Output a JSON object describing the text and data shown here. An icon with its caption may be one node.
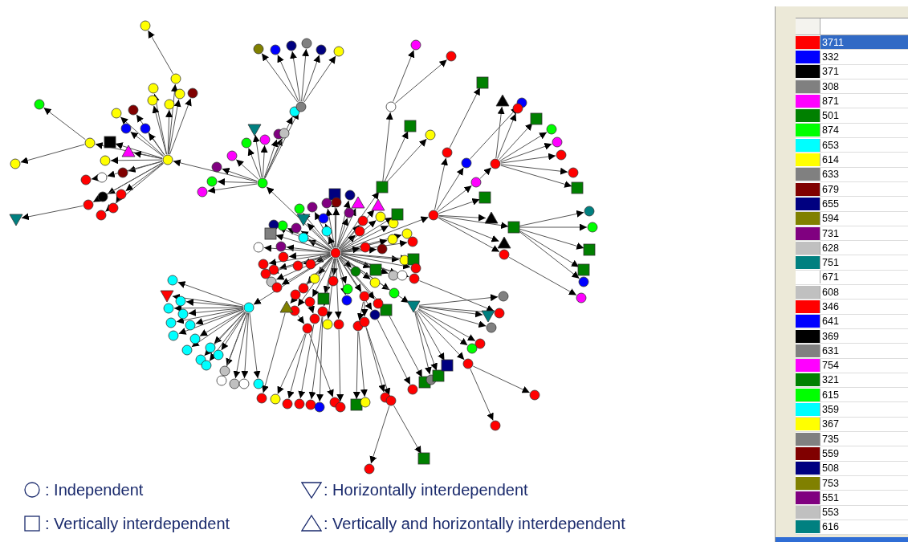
{
  "diagram": {
    "nodes": [
      {
        "text": [],
        "shape": "circle"
      },
      {
        "text": [],
        "shape": "circle"
      },
      {
        "text": [],
        "shape": "circle"
      },
      {
        "text": [],
        "shape": "circle"
      },
      {
        "text": [],
        "shape": "circle"
      },
      {
        "text": [],
        "shape": "circle"
      },
      {
        "text": [],
        "shape": "circle"
      },
      {
        "text": [],
        "shape": "circle"
      },
      {
        "text": [],
        "shape": "circle"
      },
      {
        "text": [],
        "shape": "circle"
      },
      {
        "text": [],
        "shape": "circle"
      },
      {
        "text": [],
        "shape": "circle"
      },
      {
        "text": [],
        "shape": "circle"
      },
      {
        "text": [],
        "shape": "circle"
      },
      {
        "text": [],
        "shape": "box"
      },
      {
        "text": [],
        "shape": "circle"
      },
      {
        "text": [],
        "shape": "circle"
      },
      {
        "text": [],
        "shape": "circle"
      },
      {
        "text": [],
        "shape": "triangle"
      },
      {
        "text": [],
        "shape": "circle"
      },
      {
        "text": [],
        "shape": "circle"
      },
      {
        "text": [],
        "shape": "circle"
      },
      {
        "text": [],
        "shape": "circle"
      },
      {
        "text": [],
        "shape": "circle"
      },
      {
        "text": [],
        "shape": "circle"
      },
      {
        "text": [],
        "shape": "circle"
      },
      {
        "text": [],
        "shape": "inverted-triangle"
      },
      {
        "text": [],
        "shape": "circle"
      },
      {
        "text": [],
        "shape": "circle"
      },
      {
        "text": [],
        "shape": "inverted-triangle"
      },
      {
        "text": [],
        "shape": "circle"
      },
      {
        "text": [],
        "shape": "circle"
      },
      {
        "text": [],
        "shape": "circle"
      },
      {
        "text": [],
        "shape": "circle"
      },
      {
        "text": [],
        "shape": "circle"
      },
      {
        "text": [],
        "shape": "circle"
      },
      {
        "text": [],
        "shape": "circle"
      },
      {
        "text": [],
        "shape": "circle"
      },
      {
        "text": [],
        "shape": "circle"
      },
      {
        "text": [],
        "shape": "circle"
      },
      {
        "text": [],
        "shape": "circle"
      },
      {
        "text": [],
        "shape": "circle"
      },
      {
        "text": [],
        "shape": "circle"
      },
      {
        "text": [],
        "shape": "circle"
      },
      {
        "text": [],
        "shape": "circle"
      },
      {
        "text": [],
        "shape": "circle"
      },
      {
        "text": [],
        "shape": "box"
      },
      {
        "text": [],
        "shape": "circle"
      },
      {
        "text": [],
        "shape": "circle"
      },
      {
        "text": [],
        "shape": "triangle"
      },
      {
        "text": [],
        "shape": "circle"
      },
      {
        "text": [],
        "shape": "circle"
      },
      {
        "text": [],
        "shape": "circle"
      },
      {
        "text": [],
        "shape": "circle"
      },
      {
        "text": [],
        "shape": "inverted-triangle"
      },
      {
        "text": [],
        "shape": "circle"
      },
      {
        "text": [],
        "shape": "circle"
      },
      {
        "text": [],
        "shape": "triangle"
      },
      {
        "text": [],
        "shape": "circle"
      },
      {
        "text": [],
        "shape": "circle"
      },
      {
        "text": [],
        "shape": "circle"
      },
      {
        "text": [],
        "shape": "circle"
      },
      {
        "text": [],
        "shape": "box"
      },
      {
        "text": [],
        "shape": "circle"
      },
      {
        "text": [],
        "shape": "circle"
      },
      {
        "text": [],
        "shape": "circle"
      },
      {
        "text": [],
        "shape": "circle"
      },
      {
        "text": [],
        "shape": "circle"
      },
      {
        "text": [],
        "shape": "circle"
      },
      {
        "text": [],
        "shape": "box"
      },
      {
        "text": [],
        "shape": "circle"
      },
      {
        "text": [],
        "shape": "box"
      },
      {
        "text": [],
        "shape": "circle"
      },
      {
        "text": [],
        "shape": "circle"
      },
      {
        "text": [],
        "shape": "circle"
      },
      {
        "text": [],
        "shape": "circle"
      },
      {
        "text": [],
        "shape": "circle"
      },
      {
        "text": [],
        "shape": "circle"
      },
      {
        "text": [],
        "shape": "inverted-triangle"
      },
      {
        "text": [],
        "shape": "box"
      },
      {
        "text": [],
        "shape": "circle"
      },
      {
        "text": [],
        "shape": "circle"
      },
      {
        "text": [],
        "shape": "circle"
      },
      {
        "text": [],
        "shape": "circle"
      },
      {
        "text": [],
        "shape": "circle"
      },
      {
        "text": [],
        "shape": "circle"
      },
      {
        "text": [],
        "shape": "box"
      },
      {
        "text": [],
        "shape": "circle"
      },
      {
        "text": [],
        "shape": "circle"
      },
      {
        "text": [],
        "shape": "circle"
      },
      {
        "text": [],
        "shape": "circle"
      },
      {
        "text": [],
        "shape": "circle"
      },
      {
        "text": [],
        "shape": "triangle"
      },
      {
        "text": [],
        "shape": "circle"
      },
      {
        "text": [],
        "shape": "circle"
      },
      {
        "text": [],
        "shape": "circle"
      },
      {
        "text": [],
        "shape": "circle"
      },
      {
        "text": [],
        "shape": "circle"
      },
      {
        "text": [],
        "shape": "circle"
      },
      {
        "text": [],
        "shape": "circle"
      },
      {
        "text": [],
        "shape": "circle"
      },
      {
        "text": [],
        "shape": "circle"
      },
      {
        "text": [],
        "shape": "circle"
      },
      {
        "text": [],
        "shape": "circle"
      },
      {
        "text": [],
        "shape": "circle"
      },
      {
        "text": [],
        "shape": "circle"
      },
      {
        "text": [],
        "shape": "circle"
      },
      {
        "text": [],
        "shape": "circle"
      },
      {
        "text": [],
        "shape": "box"
      },
      {
        "text": [],
        "shape": "box"
      },
      {
        "text": [],
        "shape": "circle"
      },
      {
        "text": [],
        "shape": "box"
      },
      {
        "text": [],
        "shape": "circle"
      },
      {
        "text": [],
        "shape": "circle"
      },
      {
        "text": [],
        "shape": "circle"
      },
      {
        "text": [],
        "shape": "circle"
      },
      {
        "text": [],
        "shape": "circle"
      },
      {
        "text": [],
        "shape": "box"
      },
      {
        "text": [],
        "shape": "circle"
      },
      {
        "text": [],
        "shape": "circle"
      },
      {
        "text": [],
        "shape": "circle"
      },
      {
        "text": [],
        "shape": "circle"
      },
      {
        "text": [],
        "shape": "triangle"
      },
      {
        "text": [],
        "shape": "circle"
      },
      {
        "text": [],
        "shape": "box"
      },
      {
        "text": [],
        "shape": "circle"
      },
      {
        "text": [],
        "shape": "circle"
      },
      {
        "text": [],
        "shape": "circle"
      },
      {
        "text": [],
        "shape": "circle"
      },
      {
        "text": [],
        "shape": "box"
      },
      {
        "text": [],
        "shape": "box"
      },
      {
        "text": [],
        "shape": "triangle"
      },
      {
        "text": [],
        "shape": "box"
      },
      {
        "text": [],
        "shape": "circle"
      },
      {
        "text": [],
        "shape": "circle"
      },
      {
        "text": [],
        "shape": "box"
      },
      {
        "text": [],
        "shape": "box"
      },
      {
        "text": [],
        "shape": "circle"
      },
      {
        "text": [],
        "shape": "triangle"
      },
      {
        "text": [],
        "shape": "circle"
      },
      {
        "text": [],
        "shape": "circle"
      },
      {
        "text": [],
        "shape": "circle"
      },
      {
        "text": [],
        "shape": "circle"
      },
      {
        "text": [],
        "shape": "circle"
      },
      {
        "text": [],
        "shape": "circle"
      },
      {
        "text": [],
        "shape": "circle"
      },
      {
        "text": [],
        "shape": "circle"
      },
      {
        "text": [],
        "shape": "circle"
      },
      {
        "text": [],
        "shape": "circle"
      },
      {
        "text": [],
        "shape": "circle"
      },
      {
        "text": [],
        "shape": "circle"
      },
      {
        "text": [],
        "shape": "circle"
      },
      {
        "text": [],
        "shape": "circle"
      },
      {
        "text": [],
        "shape": "circle"
      },
      {
        "text": [],
        "shape": "circle"
      },
      {
        "text": [],
        "shape": "circle"
      },
      {
        "text": [],
        "shape": "box"
      },
      {
        "text": [],
        "shape": "circle"
      },
      {
        "text": [],
        "shape": "circle"
      },
      {
        "text": [],
        "shape": "circle"
      },
      {
        "text": [],
        "shape": "circle"
      },
      {
        "text": [],
        "shape": "box"
      },
      {
        "text": [],
        "shape": "circle"
      },
      {
        "text": [],
        "shape": "box"
      },
      {
        "text": [],
        "shape": "box"
      },
      {
        "text": [],
        "shape": "circle"
      },
      {
        "text": [],
        "shape": "box"
      },
      {
        "text": [],
        "shape": "circle"
      },
      {
        "text": [],
        "shape": "inverted-triangle"
      },
      {
        "text": [],
        "shape": "circle"
      },
      {
        "text": [],
        "shape": "circle"
      },
      {
        "text": [],
        "shape": "circle"
      },
      {
        "text": [],
        "shape": "circle"
      },
      {
        "text": [],
        "shape": "circle"
      },
      {
        "text": [],
        "shape": "circle"
      },
      {
        "text": [],
        "shape": "circle"
      },
      {
        "text": [],
        "shape": "circle"
      },
      {
        "text": [],
        "shape": "inverted-triangle"
      },
      {
        "text": [],
        "shape": "circle"
      },
      {
        "text": [],
        "shape": "circle"
      },
      {
        "text": [],
        "shape": "circle"
      },
      {
        "text": [],
        "shape": "circle"
      },
      {
        "text": [],
        "shape": "circle"
      },
      {
        "text": [],
        "shape": "circle"
      },
      {
        "text": [],
        "shape": "circle"
      },
      {
        "text": [],
        "shape": "circle"
      },
      {
        "text": [],
        "shape": "circle"
      },
      {
        "text": [],
        "shape": "circle"
      },
      {
        "text": [],
        "shape": "circle"
      },
      {
        "text": [],
        "shape": "circle"
      },
      {
        "text": [],
        "shape": "circle"
      },
      {
        "text": [],
        "shape": "circle"
      },
      {
        "text": [],
        "shape": "circle"
      },
      {
        "text": [],
        "shape": "circle"
      },
      {
        "text": [],
        "shape": "circle"
      }
    ],
    "edges": [
      {
        "from": 0,
        "to": 1,
        "arrow": "to"
      },
      {
        "from": 1,
        "to": 2,
        "arrow": "to"
      },
      {
        "from": 2,
        "to": 3,
        "arrow": "to"
      },
      {
        "from": 3,
        "to": 4,
        "arrow": "to"
      },
      {
        "from": 2,
        "to": 5,
        "arrow": "to"
      },
      {
        "from": 2,
        "to": 6,
        "arrow": "to"
      },
      {
        "from": 2,
        "to": 7,
        "arrow": "to"
      },
      {
        "from": 2,
        "to": 8,
        "arrow": "to"
      },
      {
        "from": 2,
        "to": 9,
        "arrow": "to"
      },
      {
        "from": 2,
        "to": 10,
        "arrow": "to"
      },
      {
        "from": 2,
        "to": 11,
        "arrow": "to"
      },
      {
        "from": 2,
        "to": 12,
        "arrow": "to"
      },
      {
        "from": 2,
        "to": 13,
        "arrow": "to"
      },
      {
        "from": 2,
        "to": 14,
        "arrow": "to"
      },
      {
        "from": 2,
        "to": 15,
        "arrow": "to"
      },
      {
        "from": 15,
        "to": 16,
        "arrow": "to"
      },
      {
        "from": 15,
        "to": 17,
        "arrow": "to"
      },
      {
        "from": 2,
        "to": 18,
        "arrow": "to"
      },
      {
        "from": 2,
        "to": 19,
        "arrow": "to"
      },
      {
        "from": 2,
        "to": 20,
        "arrow": "to"
      },
      {
        "from": 2,
        "to": 21,
        "arrow": "to"
      },
      {
        "from": 21,
        "to": 22,
        "arrow": "to"
      },
      {
        "from": 2,
        "to": 23,
        "arrow": "to"
      },
      {
        "from": 2,
        "to": 24,
        "arrow": "to"
      },
      {
        "from": 2,
        "to": 25,
        "arrow": "to"
      },
      {
        "from": 25,
        "to": 26,
        "arrow": "to"
      },
      {
        "from": 23,
        "to": 27,
        "arrow": "to"
      },
      {
        "from": 2,
        "to": 28,
        "arrow": "to"
      },
      {
        "from": 1,
        "to": 29,
        "arrow": "to"
      },
      {
        "from": 1,
        "to": 30,
        "arrow": "to"
      },
      {
        "from": 1,
        "to": 31,
        "arrow": "to"
      },
      {
        "from": 1,
        "to": 32,
        "arrow": "to"
      },
      {
        "from": 1,
        "to": 33,
        "arrow": "to"
      },
      {
        "from": 1,
        "to": 34,
        "arrow": "to"
      },
      {
        "from": 1,
        "to": 35,
        "arrow": "to"
      },
      {
        "from": 1,
        "to": 36,
        "arrow": "to"
      },
      {
        "from": 1,
        "to": 37,
        "arrow": "to"
      },
      {
        "from": 1,
        "to": 38,
        "arrow": "to"
      },
      {
        "from": 1,
        "to": 39,
        "arrow": "to"
      },
      {
        "from": 39,
        "to": 40,
        "arrow": "to"
      },
      {
        "from": 39,
        "to": 41,
        "arrow": "to"
      },
      {
        "from": 39,
        "to": 42,
        "arrow": "to"
      },
      {
        "from": 39,
        "to": 43,
        "arrow": "to"
      },
      {
        "from": 39,
        "to": 44,
        "arrow": "to"
      },
      {
        "from": 39,
        "to": 45,
        "arrow": "to"
      },
      {
        "from": 0,
        "to": 46,
        "arrow": "to"
      },
      {
        "from": 0,
        "to": 47,
        "arrow": "to"
      },
      {
        "from": 0,
        "to": 48,
        "arrow": "to"
      },
      {
        "from": 0,
        "to": 49,
        "arrow": "to"
      },
      {
        "from": 0,
        "to": 50,
        "arrow": "to"
      },
      {
        "from": 0,
        "to": 51,
        "arrow": "to"
      },
      {
        "from": 0,
        "to": 52,
        "arrow": "to"
      },
      {
        "from": 0,
        "to": 53,
        "arrow": "to"
      },
      {
        "from": 0,
        "to": 54,
        "arrow": "to"
      },
      {
        "from": 0,
        "to": 55,
        "arrow": "to"
      },
      {
        "from": 0,
        "to": 56,
        "arrow": "to"
      },
      {
        "from": 0,
        "to": 57,
        "arrow": "to"
      },
      {
        "from": 0,
        "to": 58,
        "arrow": "to"
      },
      {
        "from": 0,
        "to": 59,
        "arrow": "to"
      },
      {
        "from": 0,
        "to": 60,
        "arrow": "to"
      },
      {
        "from": 0,
        "to": 61,
        "arrow": "to"
      },
      {
        "from": 0,
        "to": 62,
        "arrow": "to"
      },
      {
        "from": 0,
        "to": 63,
        "arrow": "to"
      },
      {
        "from": 0,
        "to": 64,
        "arrow": "to"
      },
      {
        "from": 0,
        "to": 65,
        "arrow": "to"
      },
      {
        "from": 0,
        "to": 66,
        "arrow": "to"
      },
      {
        "from": 0,
        "to": 67,
        "arrow": "to"
      },
      {
        "from": 0,
        "to": 68,
        "arrow": "to"
      },
      {
        "from": 0,
        "to": 69,
        "arrow": "to"
      },
      {
        "from": 0,
        "to": 70,
        "arrow": "to"
      },
      {
        "from": 0,
        "to": 71,
        "arrow": "to"
      },
      {
        "from": 0,
        "to": 72,
        "arrow": "to"
      },
      {
        "from": 0,
        "to": 73,
        "arrow": "to"
      },
      {
        "from": 0,
        "to": 74,
        "arrow": "to"
      },
      {
        "from": 0,
        "to": 75,
        "arrow": "to"
      },
      {
        "from": 0,
        "to": 76,
        "arrow": "to"
      },
      {
        "from": 0,
        "to": 77,
        "arrow": "to"
      },
      {
        "from": 0,
        "to": 78,
        "arrow": "to"
      },
      {
        "from": 0,
        "to": 79,
        "arrow": "to"
      },
      {
        "from": 0,
        "to": 80,
        "arrow": "to"
      },
      {
        "from": 0,
        "to": 81,
        "arrow": "to"
      },
      {
        "from": 0,
        "to": 82,
        "arrow": "to"
      },
      {
        "from": 0,
        "to": 83,
        "arrow": "to"
      },
      {
        "from": 0,
        "to": 84,
        "arrow": "to"
      },
      {
        "from": 0,
        "to": 85,
        "arrow": "to"
      },
      {
        "from": 0,
        "to": 86,
        "arrow": "to"
      },
      {
        "from": 0,
        "to": 87,
        "arrow": "to"
      },
      {
        "from": 0,
        "to": 88,
        "arrow": "to"
      },
      {
        "from": 0,
        "to": 89,
        "arrow": "to"
      },
      {
        "from": 0,
        "to": 90,
        "arrow": "to"
      },
      {
        "from": 0,
        "to": 91,
        "arrow": "to"
      },
      {
        "from": 0,
        "to": 92,
        "arrow": "to"
      },
      {
        "from": 0,
        "to": 93,
        "arrow": "to"
      },
      {
        "from": 0,
        "to": 94,
        "arrow": "to"
      },
      {
        "from": 0,
        "to": 95,
        "arrow": "to"
      },
      {
        "from": 0,
        "to": 96,
        "arrow": "to"
      },
      {
        "from": 0,
        "to": 97,
        "arrow": "to"
      },
      {
        "from": 0,
        "to": 98,
        "arrow": "to"
      },
      {
        "from": 0,
        "to": 99,
        "arrow": "to"
      },
      {
        "from": 0,
        "to": 100,
        "arrow": "to"
      },
      {
        "from": 0,
        "to": 101,
        "arrow": "to"
      },
      {
        "from": 0,
        "to": 102,
        "arrow": "to"
      },
      {
        "from": 0,
        "to": 103,
        "arrow": "to"
      },
      {
        "from": 0,
        "to": 104,
        "arrow": "to"
      },
      {
        "from": 0,
        "to": 105,
        "arrow": "to"
      },
      {
        "from": 0,
        "to": 106,
        "arrow": "to"
      },
      {
        "from": 0,
        "to": 107,
        "arrow": "to"
      },
      {
        "from": 0,
        "to": 108,
        "arrow": "to"
      },
      {
        "from": 0,
        "to": 109,
        "arrow": "to"
      },
      {
        "from": 109,
        "to": 110,
        "arrow": "to"
      },
      {
        "from": 109,
        "to": 111,
        "arrow": "to"
      },
      {
        "from": 109,
        "to": 112,
        "arrow": "to"
      },
      {
        "from": 110,
        "to": 113,
        "arrow": "to"
      },
      {
        "from": 110,
        "to": 114,
        "arrow": "to"
      },
      {
        "from": 0,
        "to": 115,
        "arrow": "to"
      },
      {
        "from": 115,
        "to": 116,
        "arrow": "to"
      },
      {
        "from": 116,
        "to": 117,
        "arrow": "to"
      },
      {
        "from": 115,
        "to": 118,
        "arrow": "to"
      },
      {
        "from": 118,
        "to": 119,
        "arrow": "to"
      },
      {
        "from": 115,
        "to": 120,
        "arrow": "to"
      },
      {
        "from": 120,
        "to": 121,
        "arrow": "to"
      },
      {
        "from": 121,
        "to": 122,
        "arrow": "to"
      },
      {
        "from": 121,
        "to": 123,
        "arrow": "to"
      },
      {
        "from": 121,
        "to": 124,
        "arrow": "to"
      },
      {
        "from": 121,
        "to": 125,
        "arrow": "to"
      },
      {
        "from": 121,
        "to": 126,
        "arrow": "to"
      },
      {
        "from": 121,
        "to": 127,
        "arrow": "to"
      },
      {
        "from": 121,
        "to": 128,
        "arrow": "to"
      },
      {
        "from": 121,
        "to": 129,
        "arrow": "to"
      },
      {
        "from": 115,
        "to": 130,
        "arrow": "to"
      },
      {
        "from": 115,
        "to": 131,
        "arrow": "to"
      },
      {
        "from": 115,
        "to": 132,
        "arrow": "to"
      },
      {
        "from": 132,
        "to": 133,
        "arrow": "to"
      },
      {
        "from": 132,
        "to": 134,
        "arrow": "to"
      },
      {
        "from": 132,
        "to": 135,
        "arrow": "to"
      },
      {
        "from": 132,
        "to": 136,
        "arrow": "to"
      },
      {
        "from": 132,
        "to": 137,
        "arrow": "to"
      },
      {
        "from": 115,
        "to": 138,
        "arrow": "to"
      },
      {
        "from": 115,
        "to": 139,
        "arrow": "to"
      },
      {
        "from": 139,
        "to": 140,
        "arrow": "to"
      },
      {
        "from": 90,
        "to": 141,
        "arrow": "to"
      },
      {
        "from": 0,
        "to": 142,
        "arrow": "to"
      },
      {
        "from": 91,
        "to": 143,
        "arrow": "to"
      },
      {
        "from": 0,
        "to": 144,
        "arrow": "to"
      },
      {
        "from": 0,
        "to": 145,
        "arrow": "to"
      },
      {
        "from": 82,
        "to": 146,
        "arrow": "to"
      },
      {
        "from": 82,
        "to": 147,
        "arrow": "to"
      },
      {
        "from": 92,
        "to": 148,
        "arrow": "to"
      },
      {
        "from": 143,
        "to": 149,
        "arrow": "to"
      },
      {
        "from": 143,
        "to": 150,
        "arrow": "to"
      },
      {
        "from": 141,
        "to": 151,
        "arrow": "to"
      },
      {
        "from": 142,
        "to": 152,
        "arrow": "to"
      },
      {
        "from": 142,
        "to": 153,
        "arrow": "to"
      },
      {
        "from": 143,
        "to": 154,
        "arrow": "to"
      },
      {
        "from": 145,
        "to": 155,
        "arrow": "to"
      },
      {
        "from": 146,
        "to": 156,
        "arrow": "to"
      },
      {
        "from": 146,
        "to": 157,
        "arrow": "to"
      },
      {
        "from": 147,
        "to": 158,
        "arrow": "to"
      },
      {
        "from": 147,
        "to": 159,
        "arrow": "to"
      },
      {
        "from": 80,
        "to": 160,
        "arrow": "to"
      },
      {
        "from": 79,
        "to": 161,
        "arrow": "to"
      },
      {
        "from": 78,
        "to": 162,
        "arrow": "to"
      },
      {
        "from": 78,
        "to": 163,
        "arrow": "to"
      },
      {
        "from": 78,
        "to": 164,
        "arrow": "to"
      },
      {
        "from": 159,
        "to": 165,
        "arrow": "to"
      },
      {
        "from": 159,
        "to": 166,
        "arrow": "to"
      },
      {
        "from": 78,
        "to": 167,
        "arrow": "to"
      },
      {
        "from": 78,
        "to": 168,
        "arrow": "to"
      },
      {
        "from": 78,
        "to": 169,
        "arrow": "to"
      },
      {
        "from": 78,
        "to": 170,
        "arrow": "to"
      },
      {
        "from": 78,
        "to": 171,
        "arrow": "to"
      },
      {
        "from": 78,
        "to": 172,
        "arrow": "to"
      },
      {
        "from": 78,
        "to": 173,
        "arrow": "to"
      },
      {
        "from": 173,
        "to": 174,
        "arrow": "to"
      },
      {
        "from": 173,
        "to": 175,
        "arrow": "to"
      },
      {
        "from": 93,
        "to": 176,
        "arrow": "to"
      },
      {
        "from": 93,
        "to": 177,
        "arrow": "to"
      },
      {
        "from": 93,
        "to": 178,
        "arrow": "to"
      },
      {
        "from": 93,
        "to": 179,
        "arrow": "to"
      },
      {
        "from": 93,
        "to": 180,
        "arrow": "to"
      },
      {
        "from": 93,
        "to": 181,
        "arrow": "to"
      },
      {
        "from": 93,
        "to": 182,
        "arrow": "to"
      },
      {
        "from": 93,
        "to": 183,
        "arrow": "to"
      },
      {
        "from": 93,
        "to": 184,
        "arrow": "to"
      },
      {
        "from": 93,
        "to": 185,
        "arrow": "to"
      },
      {
        "from": 93,
        "to": 186,
        "arrow": "to"
      },
      {
        "from": 93,
        "to": 187,
        "arrow": "to"
      },
      {
        "from": 93,
        "to": 188,
        "arrow": "to"
      },
      {
        "from": 93,
        "to": 189,
        "arrow": "to"
      },
      {
        "from": 93,
        "to": 190,
        "arrow": "to"
      },
      {
        "from": 93,
        "to": 191,
        "arrow": "to"
      },
      {
        "from": 93,
        "to": 192,
        "arrow": "to"
      },
      {
        "from": 93,
        "to": 193,
        "arrow": "to"
      },
      {
        "from": 93,
        "to": 194,
        "arrow": "to"
      },
      {
        "from": 74,
        "to": 169,
        "arrow": "to"
      }
    ],
    "legend": [
      {
        "text": ": Independent"
      },
      {
        "text": ": Horizontally interdependent"
      },
      {
        "text": ": Vertically interdependent"
      },
      {
        "text": ": Vertically and horizontally interdependent"
      },
      {
        "text": "3711",
        "color": "#ff0000"
      },
      {
        "text": "332",
        "color": "#0000ff"
      },
      {
        "text": "371",
        "color": "#000000"
      },
      {
        "text": "308",
        "color": "#808080"
      },
      {
        "text": "871",
        "color": "#ff00ff"
      },
      {
        "text": "501",
        "color": "#008000"
      },
      {
        "text": "874",
        "color": "#00ff00"
      },
      {
        "text": "653",
        "color": "#00ffff"
      },
      {
        "text": "614",
        "color": "#ffff00"
      },
      {
        "text": "633",
        "color": "#808080"
      },
      {
        "text": "679",
        "color": "#800000"
      },
      {
        "text": "655",
        "color": "#000080"
      },
      {
        "text": "594",
        "color": "#808000"
      },
      {
        "text": "731",
        "color": "#800080"
      },
      {
        "text": "628",
        "color": "#c0c0c0"
      },
      {
        "text": "751",
        "color": "#008080"
      },
      {
        "text": "671",
        "color": "#ffffff"
      },
      {
        "text": "608",
        "color": "#c0c0c0"
      },
      {
        "text": "346",
        "color": "#ff0000"
      },
      {
        "text": "641",
        "color": "#0000ff"
      },
      {
        "text": "369",
        "color": "#000000"
      },
      {
        "text": "631",
        "color": "#808080"
      },
      {
        "text": "754",
        "color": "#ff00ff"
      },
      {
        "text": "321",
        "color": "#008000"
      },
      {
        "text": "615",
        "color": "#00ff00"
      },
      {
        "text": "359",
        "color": "#00ffff"
      },
      {
        "text": "367",
        "color": "#ffff00"
      },
      {
        "text": "735",
        "color": "#808080"
      },
      {
        "text": "559",
        "color": "#800000"
      },
      {
        "text": "508",
        "color": "#000080"
      },
      {
        "text": "753",
        "color": "#808000"
      },
      {
        "text": "551",
        "color": "#800080"
      },
      {
        "text": "553",
        "color": "#c0c0c0"
      },
      {
        "text": "616",
        "color": "#008080"
      }
    ]
  }
}
